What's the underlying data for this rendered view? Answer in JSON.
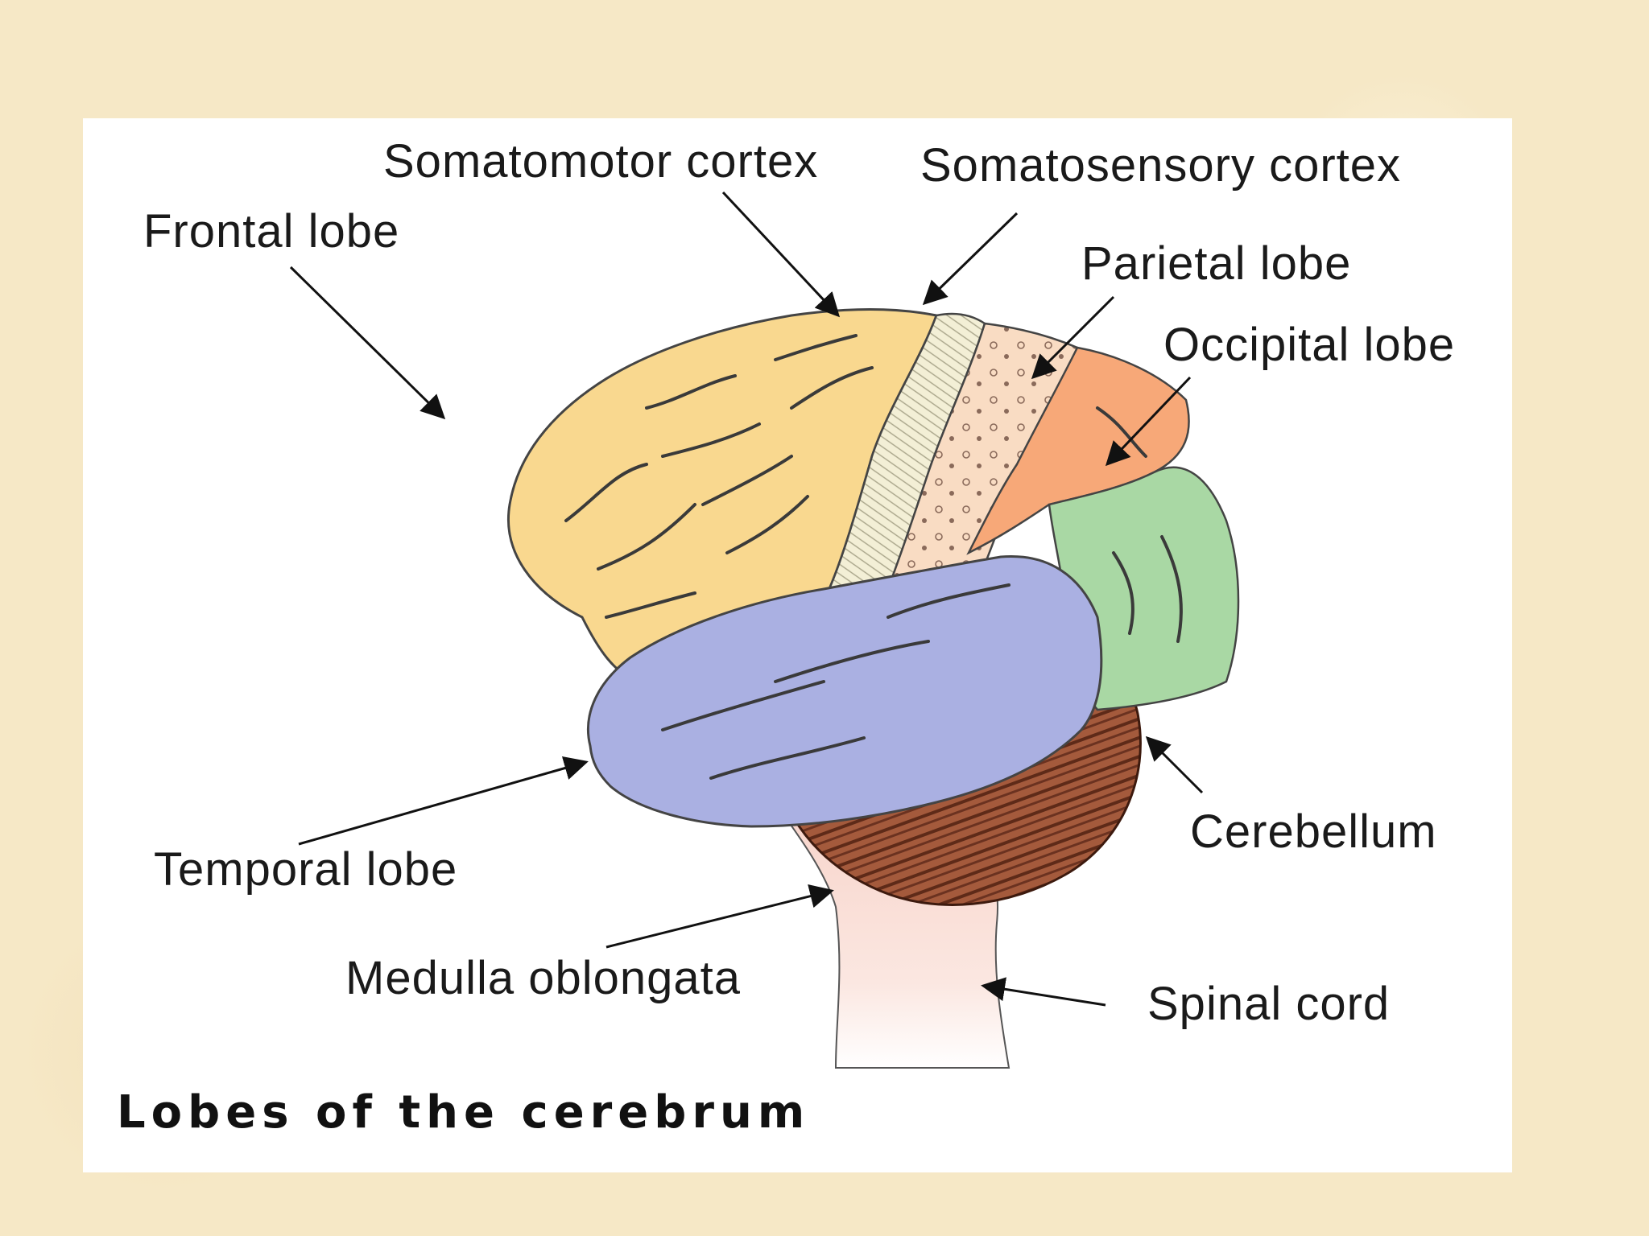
{
  "title": "Lobes of the cerebrum",
  "labels": {
    "somatomotor": "Somatomotor cortex",
    "somatosensory": "Somatosensory cortex",
    "frontal": "Frontal lobe",
    "parietal": "Parietal lobe",
    "occipital": "Occipital lobe",
    "temporal": "Temporal lobe",
    "cerebellum": "Cerebellum",
    "medulla": "Medulla oblongata",
    "spinal": "Spinal cord"
  },
  "colors": {
    "frontal": "#f9d88f",
    "somatomotor": "#f3efd6",
    "somatosensory": "#f9dcc3",
    "parietal": "#f7a878",
    "occipital": "#a9d8a4",
    "temporal": "#aab0e2",
    "cerebellum": "#a45a3c",
    "brainstem": "#f7d2c8"
  }
}
